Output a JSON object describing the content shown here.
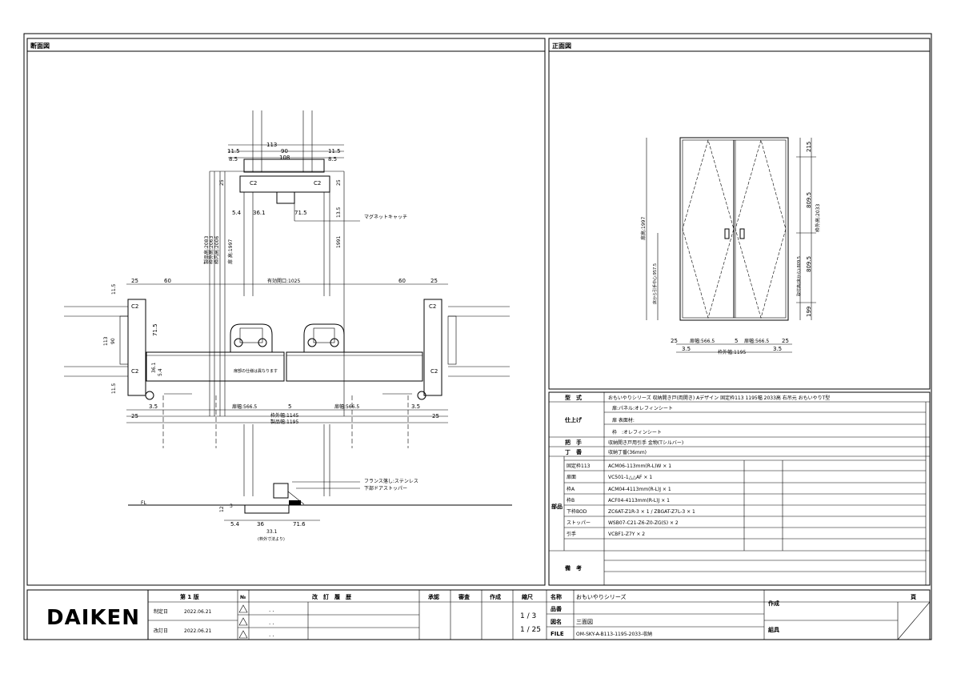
{
  "sheet": {
    "section_title": "断面図",
    "elevation_title": "正面図",
    "logo": "DAIKEN"
  },
  "section": {
    "dims_top": [
      "113",
      "90",
      "108",
      "11.5",
      "11.5",
      "8.5",
      "8.5"
    ],
    "dims_head": [
      "C2",
      "C2",
      "25",
      "5.4",
      "36.1",
      "71.5",
      "13.5",
      "25"
    ],
    "magnet_label": "マグネットキャッチ",
    "vertical_dims": [
      "製品高:2083",
      "枠外高:2063",
      "枠内高:2006",
      "扉 高:1997",
      "1991"
    ],
    "width_dims": [
      "25",
      "60",
      "有効開口:1025",
      "60",
      "25",
      "11.5"
    ],
    "jamb_dims": [
      "C2",
      "71.5",
      "113",
      "90",
      "C2",
      "36.1",
      "5.4",
      "11.5",
      "C2",
      "C2"
    ],
    "cabinet_label": "扉部の仕様は異なります",
    "bottom_dims": [
      "3.5",
      "扉幅:566.5",
      "5",
      "扉幅:566.5",
      "3.5",
      "25",
      "25",
      "枠外幅:1145",
      "製品幅:1195"
    ],
    "stopper_labels": [
      "フランス落し:ステンレス",
      "下部ドアストッパー"
    ],
    "floor_label": "FL",
    "sill_dims": [
      "12",
      "3",
      "5.4",
      "36",
      "71.6",
      "33.1",
      "(枠外寸法より)"
    ]
  },
  "elevation": {
    "dims_right": [
      "215",
      "809.5",
      "809.5",
      "199"
    ],
    "dims_right_labels": [
      "枠外高:2033",
      "取付高(床から):809.5"
    ],
    "dims_left": [
      "扉高:1997",
      "床から引手中心:957.5"
    ],
    "dims_bottom": [
      "25",
      "扉幅:566.5",
      "5",
      "扉幅:566.5",
      "25",
      "3.5",
      "枠外幅:1195",
      "3.5"
    ]
  },
  "spec": {
    "rows": [
      {
        "label": "型　式",
        "value": "おもいやりシリーズ 収納開き戸(両開き) Aデザイン 固定枠113 1195幅 2033高 右吊元 おもいやりT型"
      },
      {
        "label": "仕上げ",
        "lines": [
          "扉:パネル:オレフィンシート",
          "扉 表面材:",
          "枠　:オレフィンシート"
        ]
      },
      {
        "label": "把　手",
        "value": "収納開き戸用引手 金物(Tシルバー)"
      },
      {
        "label": "丁　番",
        "value": "収納丁番(36mm)"
      }
    ],
    "parts_label": "部品",
    "parts": [
      {
        "name": "固定枠113",
        "code": "ACM06-113mm(R-L)W × 1"
      },
      {
        "name": "扉面",
        "code": "VC501-1△△AF × 1"
      },
      {
        "name": "枠A",
        "code": "ACM04-4113mm(R-L)J × 1"
      },
      {
        "name": "枠B",
        "code": "ACF04-4113mm(R-L)J × 1"
      },
      {
        "name": "下枠BOD",
        "code": "ZC6AT-Z1R-3 × 1 / ZBGAT-Z7L-3 × 1"
      },
      {
        "name": "ストッパー",
        "code": "WSB07-C21-Z6-Z0-ZG(S) × 2"
      },
      {
        "name": "引手",
        "code": "VCBF1-Z7Y × 2"
      }
    ],
    "notes_label": "備　考"
  },
  "titleblock": {
    "revision_header": "第 1 版",
    "revision_no_header": "№",
    "revision_content_header": "改　訂　履　歴",
    "headers": [
      "承認",
      "審査",
      "作成",
      "縮尺"
    ],
    "create_label": "制定日",
    "create_date": "2022.06.21",
    "revise_label": "改訂日",
    "revise_date": "2022.06.21",
    "dots": [
      ". .",
      ". .",
      ". ."
    ],
    "scale_1": "1 / 3",
    "scale_2": "1 / 25",
    "name_label": "名称",
    "name_value": "おもいやりシリーズ",
    "number_label": "品番",
    "drawing_label": "図名",
    "drawing_value": "三面図",
    "file_label": "FILE",
    "file_value": "OM-SKY-A-B113-1195-2033-収納",
    "author_label": "作成",
    "approve_label": "組具",
    "page_label": "頁"
  }
}
